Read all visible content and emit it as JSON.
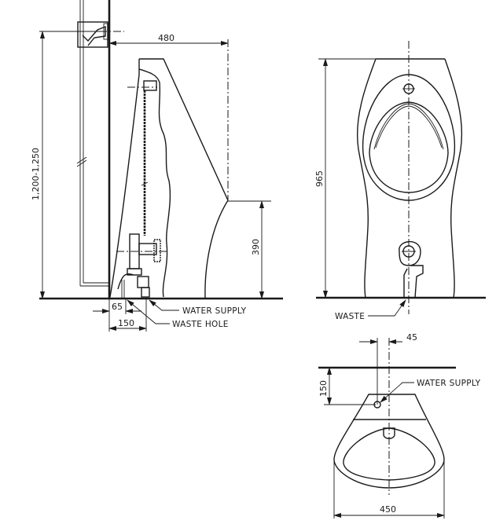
{
  "drawing": {
    "subject": "Wall-hung urinal installation drawing",
    "side_view": {
      "dimensions": {
        "depth": "480",
        "mount_height": "1,200-1,250",
        "lip_height": "390",
        "waste_hole_offset": "65",
        "water_supply_offset": "150"
      },
      "labels": {
        "water_supply": "WATER SUPPLY",
        "waste_hole": "WASTE HOLE"
      }
    },
    "front_view": {
      "dimensions": {
        "height": "965"
      },
      "labels": {
        "waste": "WASTE"
      }
    },
    "top_view": {
      "dimensions": {
        "supply_offset": "45",
        "supply_depth": "150",
        "width": "450"
      },
      "labels": {
        "water_supply": "WATER SUPPLY"
      }
    }
  }
}
